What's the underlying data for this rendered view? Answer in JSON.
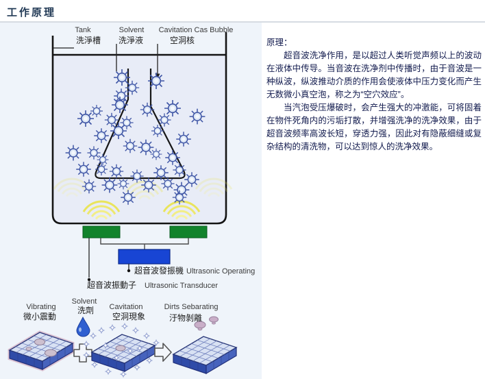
{
  "page": {
    "title": "工作原理"
  },
  "diagram": {
    "top_labels": {
      "tank_en": "Tank",
      "tank_zh": "洗淨槽",
      "solvent_en": "Solvent",
      "solvent_zh": "洗淨液",
      "bubble_en": "Cavitation Cas Bubble",
      "bubble_zh": "空洞核"
    },
    "generator": {
      "zh": "超音波發振機",
      "en": "Ultrasonic Operating"
    },
    "transducer": {
      "zh": "超音波振動子",
      "en": "Ultrasonic Transducer"
    },
    "process": {
      "vibrating_en": "Vibrating",
      "vibrating_zh": "微小震動",
      "solvent_en": "Solvent",
      "solvent_zh": "洗劑",
      "cavitation_en": "Cavitation",
      "cavitation_zh": "空洞現象",
      "dirts_en": "Dirts Sebarating",
      "dirts_zh": "汙物剝離"
    },
    "colors": {
      "transducer_green": "#12832c",
      "generator_blue": "#1845d4",
      "wave_yellow": "#e9e45c",
      "bubble_blue": "#3e55a5"
    }
  },
  "article": {
    "heading": "原理：",
    "p1": "超音波洗净作用，是以超过人类听觉声频以上的波动在液体中传导。当音波在洗净剂中传播时，由于音波是一种纵波，纵波推动介质的作用会使液体中压力变化而产生无数微小真空泡，称之为“空穴效应”。",
    "p2": "当汽泡受压爆破时，会产生强大的冲激能，可将固着在物件死角内的污垢打散，并增强洗净的洗净效果，由于超音波频率高波长短，穿透力强，因此对有隐蔽细缝或复杂结构的清洗物，可以达到惊人的洗净效果。"
  }
}
